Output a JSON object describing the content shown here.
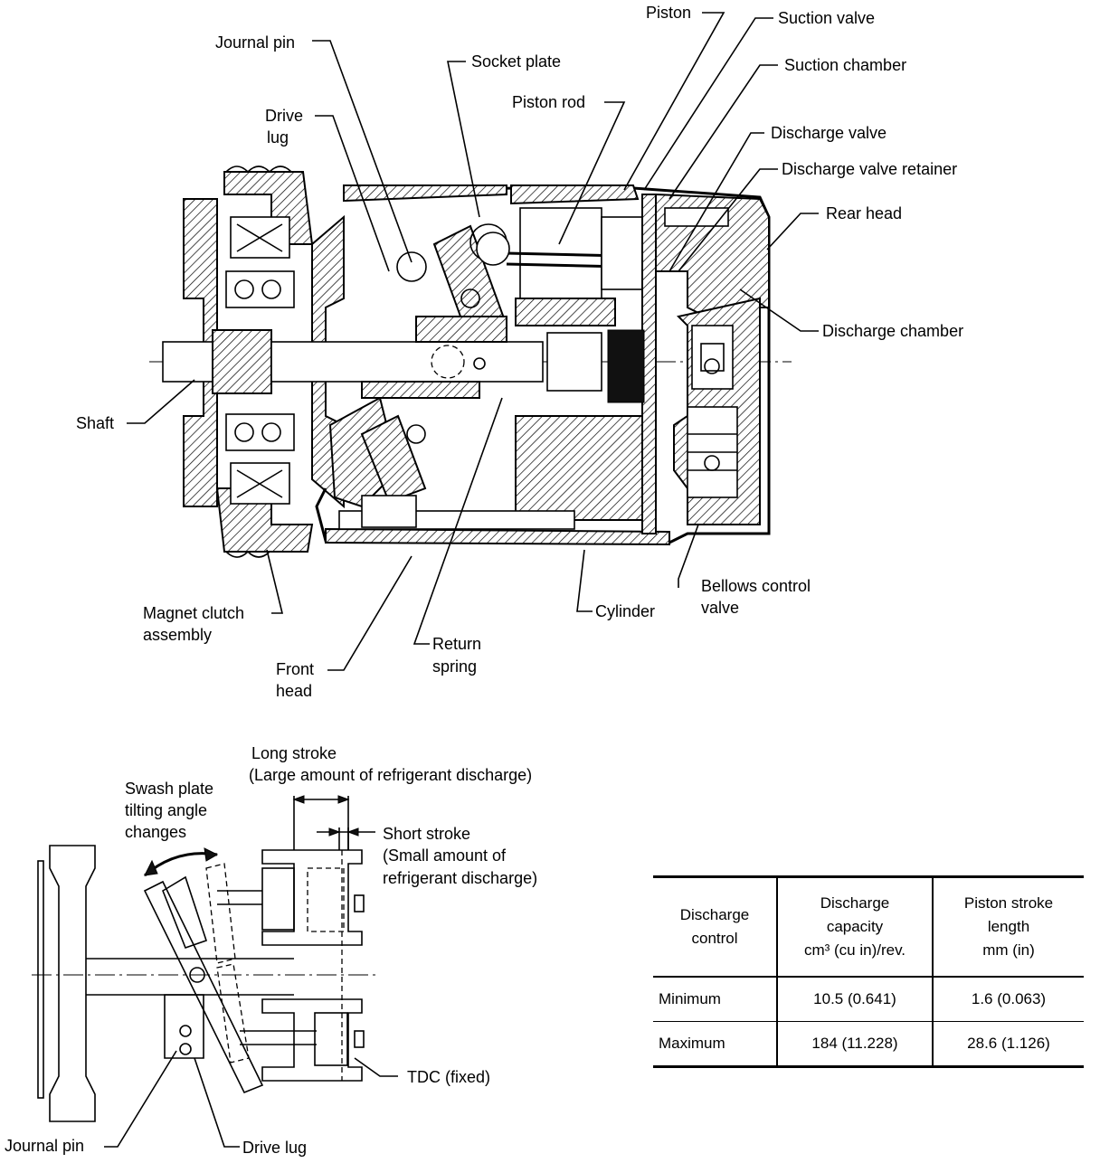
{
  "labels": {
    "piston": "Piston",
    "suction_valve": "Suction valve",
    "suction_chamber": "Suction chamber",
    "journal_pin_top": "Journal pin",
    "socket_plate": "Socket plate",
    "piston_rod": "Piston rod",
    "drive_lug_1": "Drive",
    "drive_lug_2": "lug",
    "discharge_valve": "Discharge valve",
    "discharge_valve_retainer": "Discharge valve retainer",
    "rear_head": "Rear head",
    "discharge_chamber": "Discharge chamber",
    "shaft": "Shaft",
    "magnet_clutch_1": "Magnet clutch",
    "magnet_clutch_2": "assembly",
    "front_head_1": "Front",
    "front_head_2": "head",
    "return_spring_1": "Return",
    "return_spring_2": "spring",
    "cylinder": "Cylinder",
    "bellows_1": "Bellows control",
    "bellows_2": "valve"
  },
  "lower": {
    "long_stroke_1": "Long stroke",
    "long_stroke_2": "(Large amount of refrigerant discharge)",
    "swash_1": "Swash plate",
    "swash_2": "tilting angle",
    "swash_3": "changes",
    "short_stroke_1": "Short stroke",
    "short_stroke_2": "(Small amount of",
    "short_stroke_3": "refrigerant discharge)",
    "tdc": "TDC (fixed)",
    "journal_pin": "Journal pin",
    "drive_lug": "Drive lug"
  },
  "table": {
    "col1": "Discharge control",
    "col2_a": "Discharge",
    "col2_b": "capacity",
    "col2_c": "cm³  (cu in)/rev.",
    "col3_a": "Piston stroke",
    "col3_b": "length",
    "col3_c": "mm (in)",
    "rows": [
      {
        "control": "Minimum",
        "capacity": "10.5 (0.641)",
        "stroke": "1.6 (0.063)"
      },
      {
        "control": "Maximum",
        "capacity": "184 (11.228)",
        "stroke": "28.6 (1.126)"
      }
    ]
  }
}
